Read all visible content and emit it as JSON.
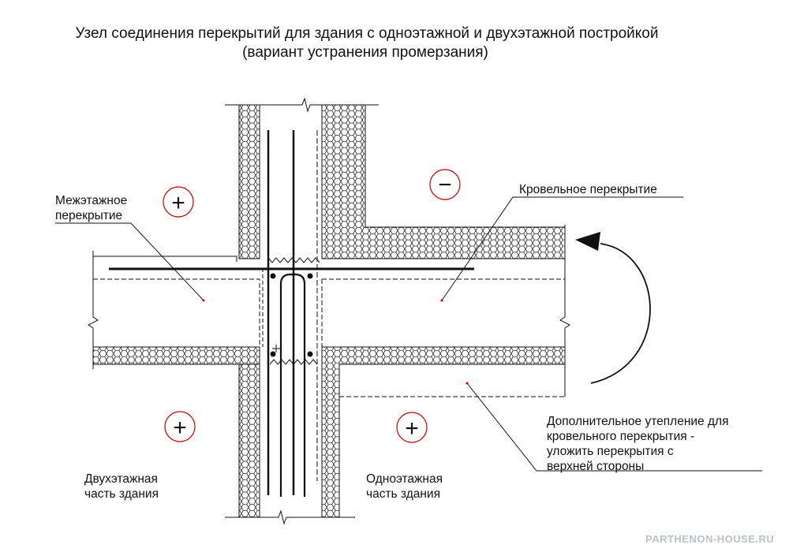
{
  "title": {
    "line1": "Узел соединения перекрытий для здания с одноэтажной и двухэтажной постройкой",
    "line2": "(вариант устранения промерзания)"
  },
  "labels": {
    "floor_slab": {
      "line1": "Межэтажное",
      "line2": "перекрытие"
    },
    "roof_slab": "Кровельное перекрытие",
    "extra_insulation": {
      "line1": "Дополнительное утепление для",
      "line2": "кровельного перекрытия -",
      "line3": "уложить перекрытия с",
      "line4": "верхней стороны"
    },
    "two_storey": {
      "line1": "Двухэтажная",
      "line2": "часть здания"
    },
    "one_storey": {
      "line1": "Одноэтажная",
      "line2": "часть здания"
    }
  },
  "temperature_zones": {
    "upper_left": "+",
    "upper_right": "−",
    "lower_left": "+",
    "lower_right": "+"
  },
  "watermark": "PARTHENON-HOUSE.RU",
  "colors": {
    "accent": "#cc0000",
    "line": "#111111",
    "watermark": "#b9c2cc"
  }
}
